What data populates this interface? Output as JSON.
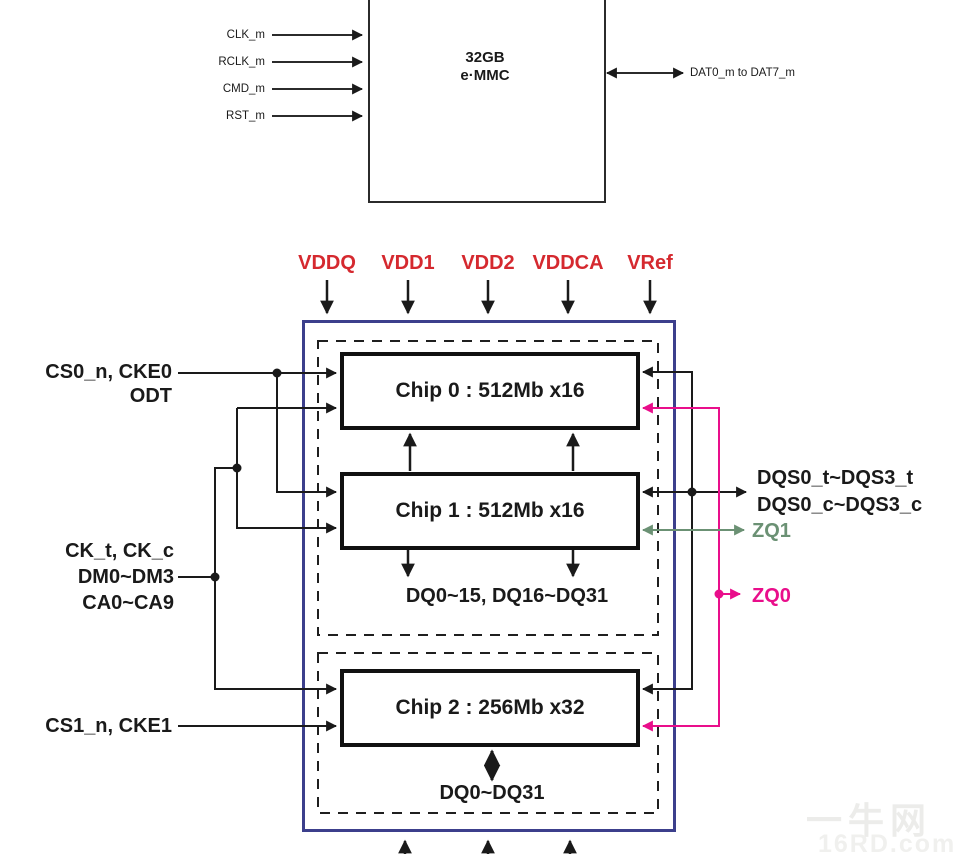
{
  "emmc_block": {
    "title_line1": "32GB",
    "title_line2": "e·MMC",
    "inputs": [
      "CLK_m",
      "RCLK_m",
      "CMD_m",
      "RST_m"
    ],
    "data_bus": "DAT0_m to DAT7_m"
  },
  "power_rails": [
    "VDDQ",
    "VDD1",
    "VDD2",
    "VDDCA",
    "VRef"
  ],
  "left_signals": {
    "cs0_cke0": "CS0_n, CKE0",
    "odt": "ODT",
    "ck": "CK_t, CK_c",
    "dm": "DM0~DM3",
    "ca": "CA0~CA9",
    "cs1_cke1": "CS1_n, CKE1"
  },
  "chips": [
    {
      "label": "Chip 0 : 512Mb x16"
    },
    {
      "label": "Chip 1 : 512Mb x16"
    },
    {
      "label": "Chip 2 : 256Mb x32"
    }
  ],
  "dq_labels": {
    "chips01": "DQ0~15, DQ16~DQ31",
    "chip2": "DQ0~DQ31"
  },
  "right_signals": {
    "dqs_t": "DQS0_t~DQS3_t",
    "dqs_c": "DQS0_c~DQS3_c",
    "zq1": "ZQ1",
    "zq0": "ZQ0"
  },
  "watermark": {
    "site_cn": "一牛网",
    "site_en": "16RD.com"
  },
  "colors": {
    "power_label_red": "#d5292f",
    "module_border_blue": "#3c3f8c",
    "zq0_magenta": "#e90e8b",
    "zq1_green": "#6b9174",
    "line_black": "#1a1a1a"
  }
}
